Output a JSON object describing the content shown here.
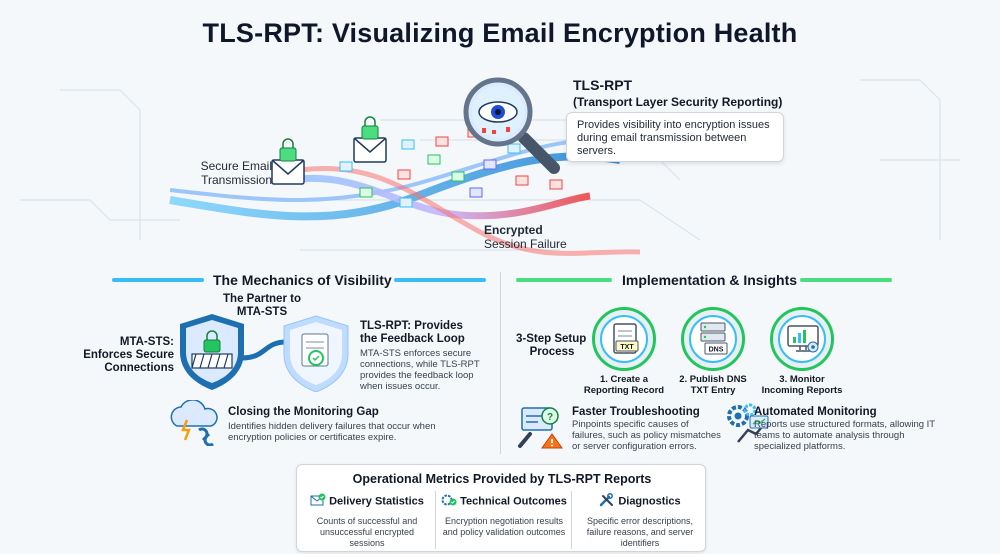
{
  "title": "TLS-RPT: Visualizing Email Encryption Health",
  "hero": {
    "tls_title": "TLS-RPT",
    "tls_subtitle": "(Transport Layer Security Reporting)",
    "tls_callout": "Provides visibility into encryption issues during email transmission between servers.",
    "secure_label_1": "Secure Email",
    "secure_label_2": "Transmission",
    "fail_label_1": "Encrypted",
    "fail_label_2": "Session Failure"
  },
  "mechanics": {
    "section_title": "The Mechanics of Visibility",
    "partner_1": "The Partner to",
    "partner_2": "MTA-STS",
    "mtasts_1": "MTA-STS:",
    "mtasts_2": "Enforces Secure",
    "mtasts_3": "Connections",
    "feedback_1": "TLS-RPT: Provides",
    "feedback_2": "the Feedback Loop",
    "feedback_desc": "MTA-STS enforces secure connections, while TLS-RPT provides the feedback loop when issues occur.",
    "gap_title": "Closing the Monitoring Gap",
    "gap_desc": "Identifies hidden delivery failures that occur when encryption policies or certificates expire."
  },
  "implementation": {
    "section_title": "Implementation & Insights",
    "setup_1": "3-Step Setup",
    "setup_2": "Process",
    "steps": [
      {
        "label_1": "1. Create a",
        "label_2": "Reporting Record",
        "icon_text": "TXT"
      },
      {
        "label_1": "2. Publish DNS",
        "label_2": "TXT Entry",
        "icon_text": "DNS"
      },
      {
        "label_1": "3. Monitor",
        "label_2": "Incoming Reports",
        "icon_text": ""
      }
    ],
    "troubleshoot_title": "Faster Troubleshooting",
    "troubleshoot_desc": "Pinpoints specific causes of failures, such as policy mismatches or server configuration errors.",
    "automated_title": "Automated Monitoring",
    "automated_desc": "Reports use structured formats, allowing IT teams to automate analysis through specialized platforms."
  },
  "metrics": {
    "title": "Operational Metrics Provided by TLS-RPT Reports",
    "columns": [
      {
        "title": "Delivery Statistics",
        "desc": "Counts of successful and unsuccessful encrypted sessions"
      },
      {
        "title": "Technical Outcomes",
        "desc": "Encryption negotiation results and policy validation outcomes"
      },
      {
        "title": "Diagnostics",
        "desc": "Specific error descriptions, failure reasons, and server identifiers"
      }
    ]
  },
  "colors": {
    "blue_accent": "#38bdf8",
    "green_accent": "#4ade80",
    "failure_red": "#ef4444",
    "shield_blue": "#1e6fb0"
  }
}
